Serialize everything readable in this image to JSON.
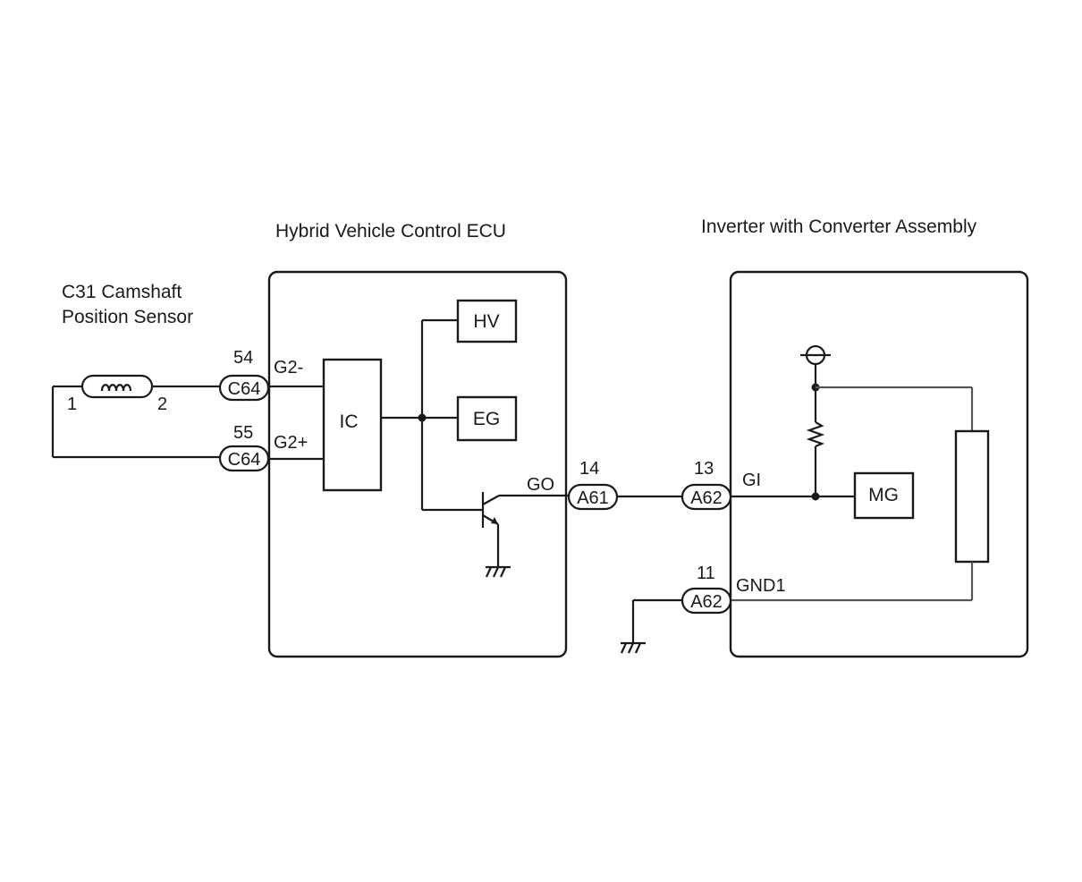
{
  "blocks": {
    "sensor": {
      "line1": "C31 Camshaft",
      "line2": "Position Sensor",
      "pin1": "1",
      "pin2": "2"
    },
    "ecu": {
      "title": "Hybrid Vehicle Control ECU",
      "ic": "IC",
      "hv": "HV",
      "eg": "EG"
    },
    "inverter": {
      "title": "Inverter with Converter Assembly",
      "mg": "MG"
    }
  },
  "connectors": {
    "c64_top": {
      "code": "C64",
      "pin": "54",
      "signal": "G2-"
    },
    "c64_bottom": {
      "code": "C64",
      "pin": "55",
      "signal": "G2+"
    },
    "a61": {
      "code": "A61",
      "pin": "14",
      "signal": "GO"
    },
    "a62_gi": {
      "code": "A62",
      "pin": "13",
      "signal": "GI"
    },
    "a62_gnd": {
      "code": "A62",
      "pin": "11",
      "signal": "GND1"
    }
  }
}
